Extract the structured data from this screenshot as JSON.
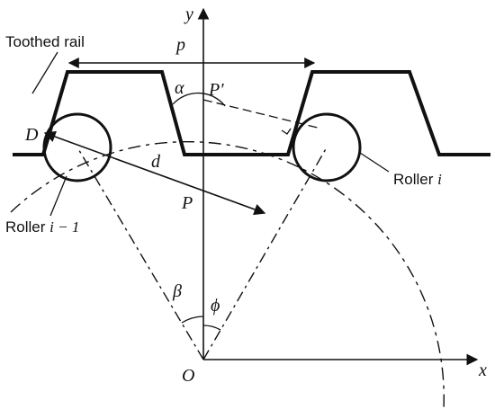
{
  "labels": {
    "toothed_rail": "Toothed rail",
    "pitch": "p",
    "alpha": "α",
    "p_prime": "P′",
    "point_d": "D",
    "distance": "d",
    "roller_i": "Roller ",
    "roller_i_var": "i",
    "roller_prev": "Roller ",
    "roller_prev_var": "i − 1",
    "point_p": "P",
    "beta": "β",
    "phi": "ϕ",
    "origin": "O",
    "axis_x": "x",
    "axis_y": "y"
  },
  "colors": {
    "ink": "#111111",
    "background": "#ffffff"
  }
}
